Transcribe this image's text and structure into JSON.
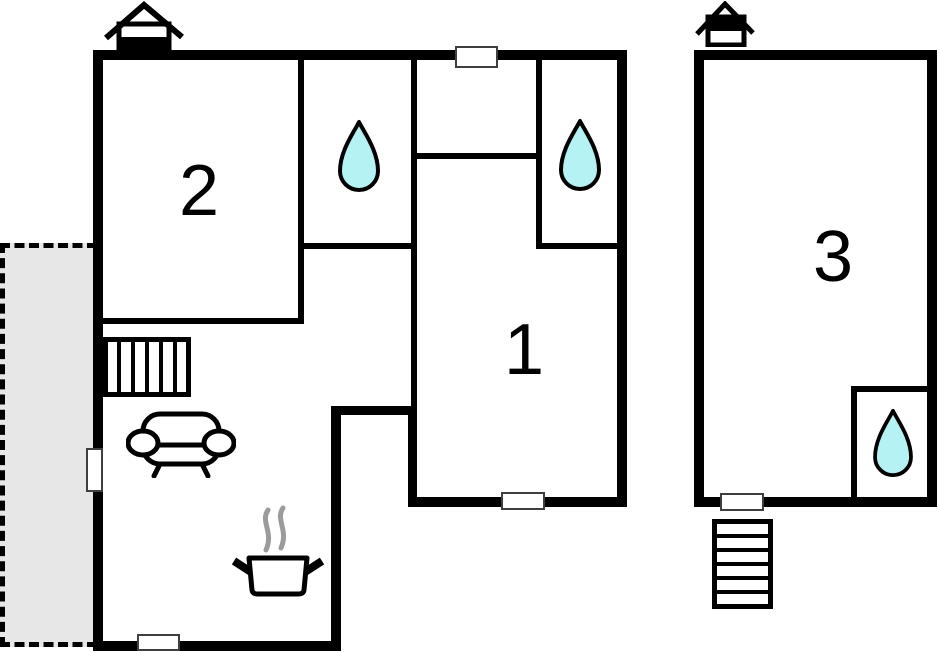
{
  "plan": {
    "type": "floor-plan",
    "rooms": [
      {
        "label": "1"
      },
      {
        "label": "2"
      },
      {
        "label": "3"
      }
    ],
    "colors": {
      "wall": "#000000",
      "background": "#ffffff",
      "terrace_fill": "#e7e7e7",
      "water_drop_fill": "#b5f2f4",
      "steam_stroke": "#9b9b9b",
      "door_border": "#3f3f3f"
    },
    "icons": [
      {
        "name": "chimney-icon",
        "meaning": "fireplace / chimney",
        "count": 2
      },
      {
        "name": "water-drop-icon",
        "meaning": "water / bathroom",
        "count": 3
      },
      {
        "name": "radiator-icon",
        "meaning": "radiator",
        "count": 1
      },
      {
        "name": "sofa-icon",
        "meaning": "sofa / living area",
        "count": 1
      },
      {
        "name": "cooking-pot-icon",
        "meaning": "kitchen / stove",
        "count": 1
      },
      {
        "name": "stairs-icon",
        "meaning": "entrance stairs",
        "count": 1
      },
      {
        "name": "door-opening",
        "meaning": "door / window opening",
        "count": 5
      },
      {
        "name": "terrace-area",
        "meaning": "terrace / patio",
        "count": 1
      }
    ]
  }
}
